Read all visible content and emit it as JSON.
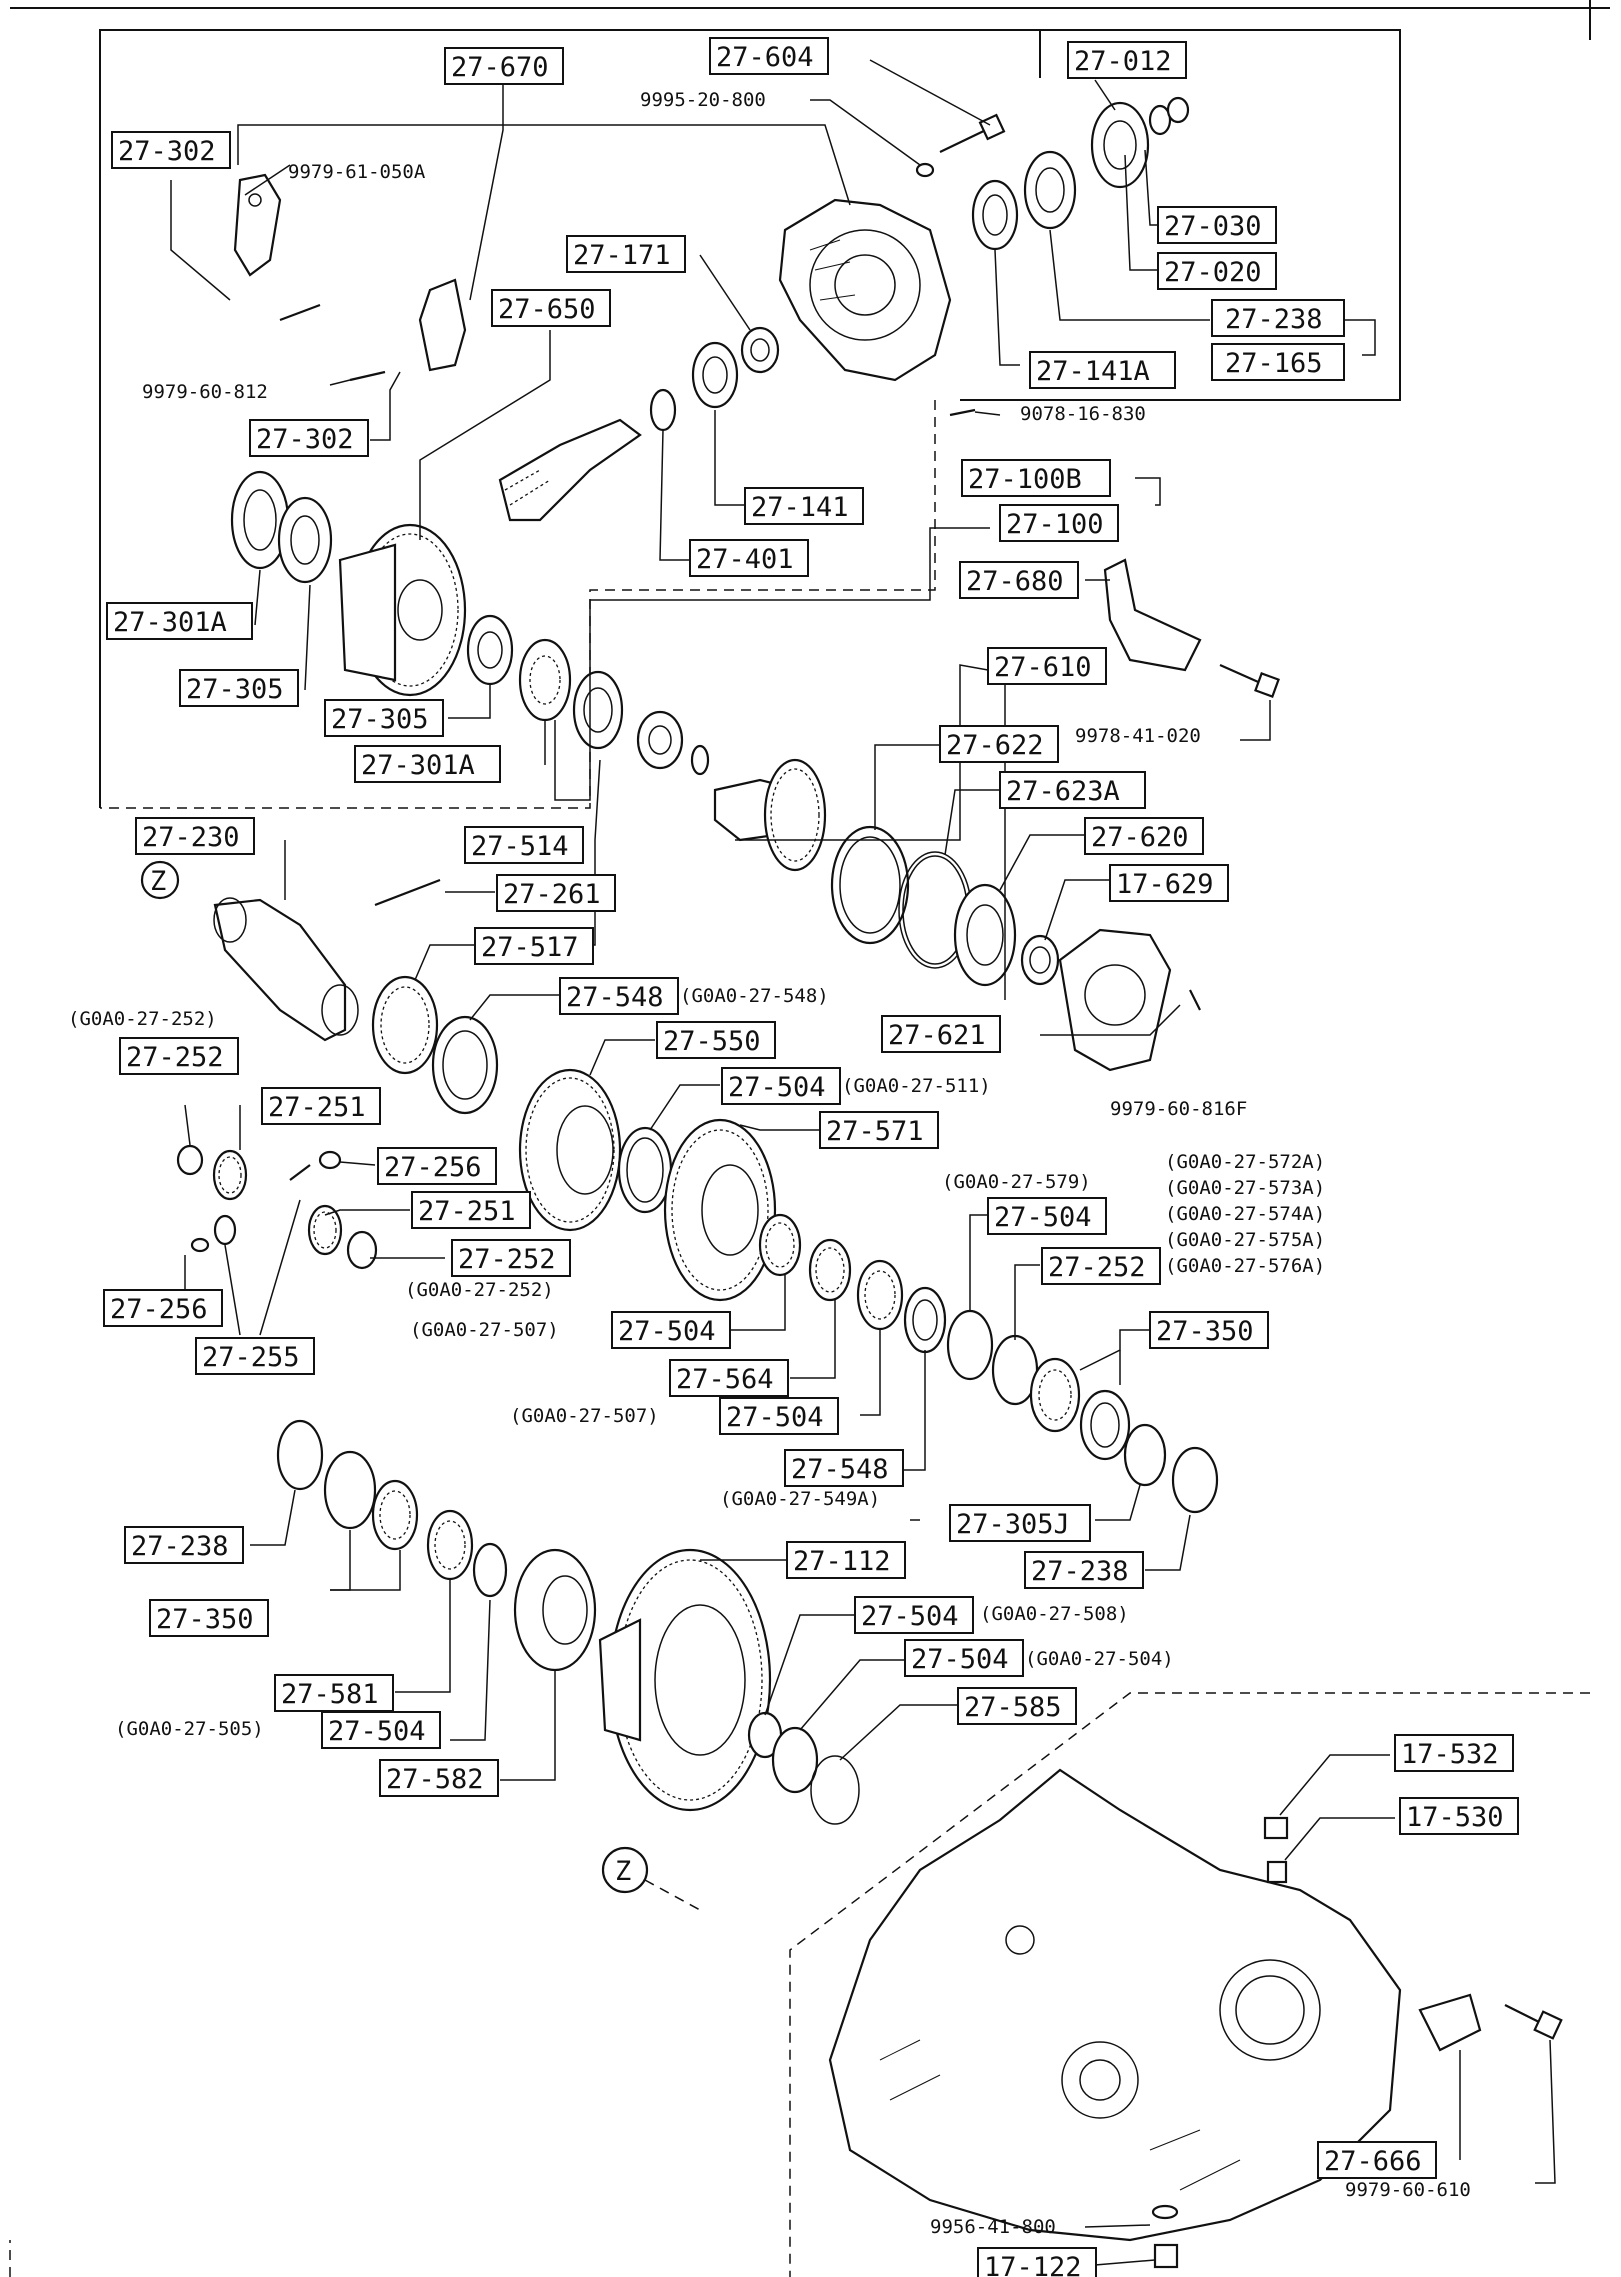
{
  "diagram": {
    "ref_marker": "Z",
    "callouts": [
      {
        "id": "c01",
        "text": "27-670"
      },
      {
        "id": "c02",
        "text": "27-302"
      },
      {
        "id": "c03",
        "text": "9979-61-050A"
      },
      {
        "id": "c04",
        "text": "27-604"
      },
      {
        "id": "c05",
        "text": "9995-20-800"
      },
      {
        "id": "c06",
        "text": "27-012"
      },
      {
        "id": "c07",
        "text": "27-030"
      },
      {
        "id": "c08",
        "text": "27-020"
      },
      {
        "id": "c09",
        "text": "27-238"
      },
      {
        "id": "c10",
        "text": "27-165"
      },
      {
        "id": "c11",
        "text": "27-141A"
      },
      {
        "id": "c12",
        "text": "27-171"
      },
      {
        "id": "c13",
        "text": "27-650"
      },
      {
        "id": "c14",
        "text": "9979-60-812"
      },
      {
        "id": "c15",
        "text": "27-302"
      },
      {
        "id": "c16",
        "text": "9078-16-830"
      },
      {
        "id": "c17",
        "text": "27-100B"
      },
      {
        "id": "c18",
        "text": "27-141"
      },
      {
        "id": "c19",
        "text": "27-100"
      },
      {
        "id": "c20",
        "text": "27-401"
      },
      {
        "id": "c21",
        "text": "27-680"
      },
      {
        "id": "c22",
        "text": "27-301A"
      },
      {
        "id": "c23",
        "text": "27-305"
      },
      {
        "id": "c24",
        "text": "27-610"
      },
      {
        "id": "c25",
        "text": "27-305"
      },
      {
        "id": "c26",
        "text": "27-301A"
      },
      {
        "id": "c27",
        "text": "9978-41-020"
      },
      {
        "id": "c28",
        "text": "27-622"
      },
      {
        "id": "c29",
        "text": "27-623A"
      },
      {
        "id": "c30",
        "text": "27-230"
      },
      {
        "id": "c31",
        "text": "27-514"
      },
      {
        "id": "c32",
        "text": "27-620"
      },
      {
        "id": "c33",
        "text": "17-629"
      },
      {
        "id": "c34",
        "text": "27-261"
      },
      {
        "id": "c35",
        "text": "27-517"
      },
      {
        "id": "c36",
        "text": "27-548"
      },
      {
        "id": "c37",
        "text": "(G0A0-27-548)"
      },
      {
        "id": "c38",
        "text": "27-621"
      },
      {
        "id": "c39",
        "text": "(G0A0-27-252)"
      },
      {
        "id": "c40",
        "text": "27-550"
      },
      {
        "id": "c41",
        "text": "27-252"
      },
      {
        "id": "c42",
        "text": "27-504"
      },
      {
        "id": "c43",
        "text": "(G0A0-27-511)"
      },
      {
        "id": "c44",
        "text": "9979-60-816F"
      },
      {
        "id": "c45",
        "text": "27-251"
      },
      {
        "id": "c46",
        "text": "27-571"
      },
      {
        "id": "c47",
        "text": "27-256"
      },
      {
        "id": "c48",
        "text": "(G0A0-27-579)"
      },
      {
        "id": "c49",
        "text": "(G0A0-27-572A)"
      },
      {
        "id": "c50",
        "text": "(G0A0-27-573A)"
      },
      {
        "id": "c51",
        "text": "27-504"
      },
      {
        "id": "c52",
        "text": "(G0A0-27-574A)"
      },
      {
        "id": "c53",
        "text": "27-251"
      },
      {
        "id": "c54",
        "text": "(G0A0-27-575A)"
      },
      {
        "id": "c55",
        "text": "27-252"
      },
      {
        "id": "c56",
        "text": "27-252"
      },
      {
        "id": "c57",
        "text": "(G0A0-27-576A)"
      },
      {
        "id": "c58",
        "text": "(G0A0-27-252)"
      },
      {
        "id": "c59",
        "text": "27-256"
      },
      {
        "id": "c60",
        "text": "(G0A0-27-507)"
      },
      {
        "id": "c61",
        "text": "27-504"
      },
      {
        "id": "c62",
        "text": "27-350"
      },
      {
        "id": "c63",
        "text": "27-255"
      },
      {
        "id": "c64",
        "text": "27-564"
      },
      {
        "id": "c65",
        "text": "(G0A0-27-507)"
      },
      {
        "id": "c66",
        "text": "27-504"
      },
      {
        "id": "c67",
        "text": "27-548"
      },
      {
        "id": "c68",
        "text": "(G0A0-27-549A)"
      },
      {
        "id": "c69",
        "text": "27-305J"
      },
      {
        "id": "c70",
        "text": "27-238"
      },
      {
        "id": "c71",
        "text": "27-238"
      },
      {
        "id": "c72",
        "text": "27-112"
      },
      {
        "id": "c73",
        "text": "27-350"
      },
      {
        "id": "c74",
        "text": "27-504"
      },
      {
        "id": "c75",
        "text": "(G0A0-27-508)"
      },
      {
        "id": "c76",
        "text": "27-504"
      },
      {
        "id": "c77",
        "text": "(G0A0-27-504)"
      },
      {
        "id": "c78",
        "text": "27-581"
      },
      {
        "id": "c79",
        "text": "27-585"
      },
      {
        "id": "c80",
        "text": "(G0A0-27-505)"
      },
      {
        "id": "c81",
        "text": "27-504"
      },
      {
        "id": "c82",
        "text": "27-582"
      },
      {
        "id": "c83",
        "text": "17-532"
      },
      {
        "id": "c84",
        "text": "17-530"
      },
      {
        "id": "c85",
        "text": "27-666"
      },
      {
        "id": "c86",
        "text": "9979-60-610"
      },
      {
        "id": "c87",
        "text": "9956-41-800"
      },
      {
        "id": "c88",
        "text": "17-122"
      }
    ]
  }
}
